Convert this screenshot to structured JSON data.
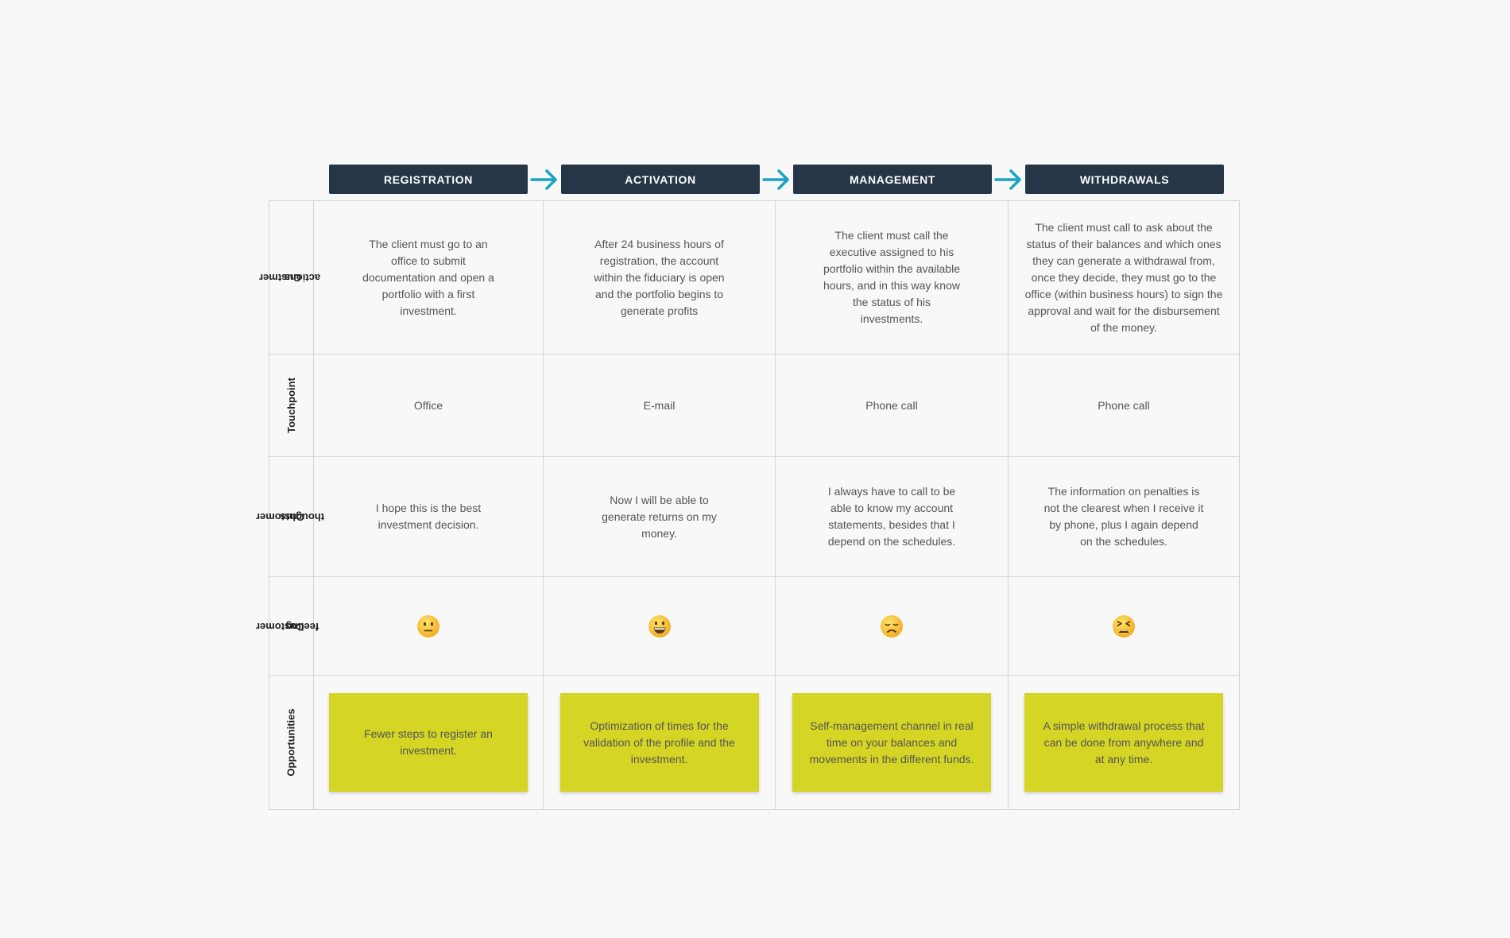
{
  "stages": [
    "REGISTRATION",
    "ACTIVATION",
    "MANAGEMENT",
    "WITHDRAWALS"
  ],
  "row_headers": {
    "actions": [
      "Custmer",
      "actions"
    ],
    "touchpoint": [
      "Touchpoint"
    ],
    "thoughts": [
      "Customer",
      "thoughts"
    ],
    "feeling": [
      "Customer",
      "feeling"
    ],
    "opportunities": [
      "Opportunities"
    ]
  },
  "actions": [
    "The client must go to an office to submit documentation and open a portfolio with a first investment.",
    "After 24 business hours of registration, the account within the fiduciary is open and the portfolio begins to generate profits",
    "The client must call the executive assigned to his portfolio within the available hours, and in this way know the status of his investments.",
    "The client must call to ask about the status of their balances and which ones they can generate a withdrawal from, once they decide, they must go to the office (within business hours) to sign the approval and wait for the disbursement of the money."
  ],
  "touchpoints": [
    "Office",
    "E-mail",
    "Phone call",
    "Phone call"
  ],
  "thoughts": [
    "I hope this is the best investment decision.",
    "Now I will be able to generate returns on my money.",
    "I always have to call to be able to know my account statements, besides that I depend on the schedules.",
    "The information on penalties is not the clearest when I receive it by phone, plus I again depend on the schedules."
  ],
  "feelings": [
    "neutral-face-icon",
    "grinning-face-icon",
    "disappointed-face-icon",
    "tired-face-icon"
  ],
  "opportunities": [
    "Fewer steps to register an investment.",
    "Optimization of times for the validation of the profile and the investment.",
    "Self-management channel in real time on your balances and movements in the different funds.",
    "A simple withdrawal process that can be done from anywhere and at any time."
  ],
  "colors": {
    "stage_bg": "#263646",
    "arrow": "#1aa3c2",
    "opportunity_bg": "#d4d524",
    "grid_line": "#d4d4d4"
  }
}
